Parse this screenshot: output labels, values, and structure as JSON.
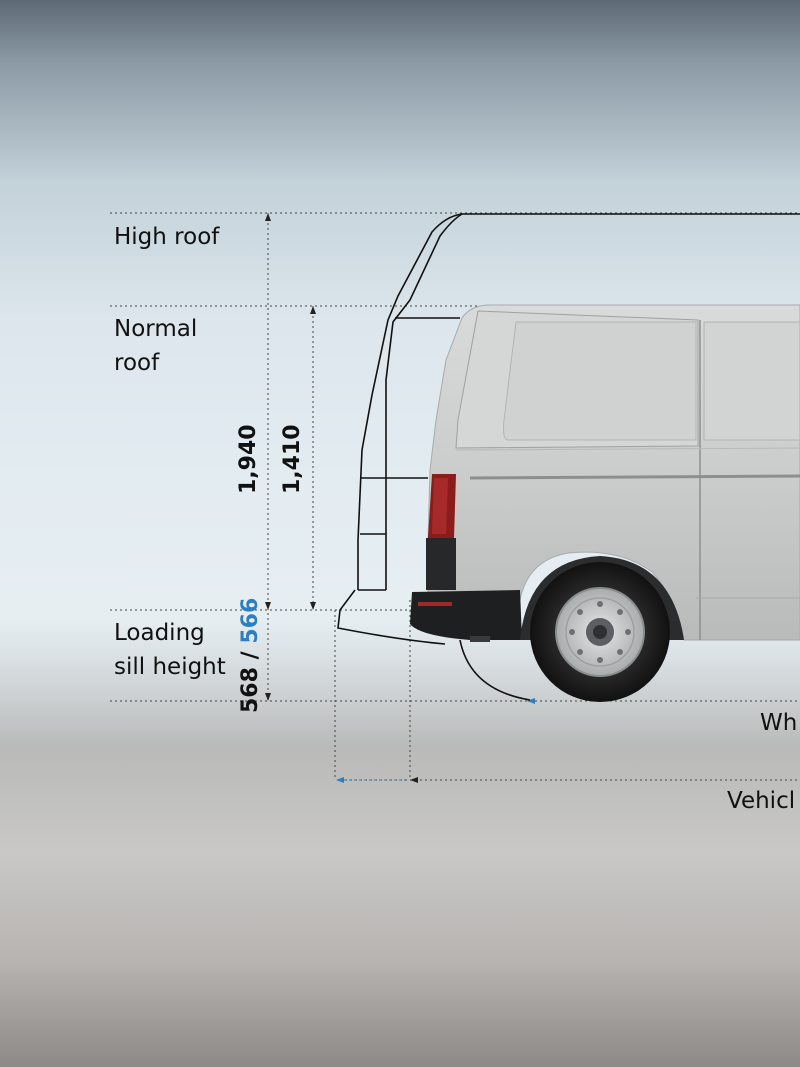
{
  "labels": {
    "high_roof": "High roof",
    "normal_roof_line1": "Normal",
    "normal_roof_line2": "roof",
    "loading_sill_line1": "Loading",
    "loading_sill_line2": "sill height",
    "wheelbase_clipped": "Wh",
    "vehicle_length_clipped": "Vehicl"
  },
  "dimensions": {
    "high_roof_height": "1,940",
    "normal_roof_height": "1,410",
    "sill_height_a": "568",
    "sill_separator": "/",
    "sill_height_b": "566"
  },
  "colors": {
    "accent_blue": "#2d7fc0",
    "van_body": "#cfd1d1",
    "tail_light": "#9a1e1e",
    "bumper": "#1e1f21"
  },
  "icons": [
    "dimension-arrow-icon"
  ]
}
